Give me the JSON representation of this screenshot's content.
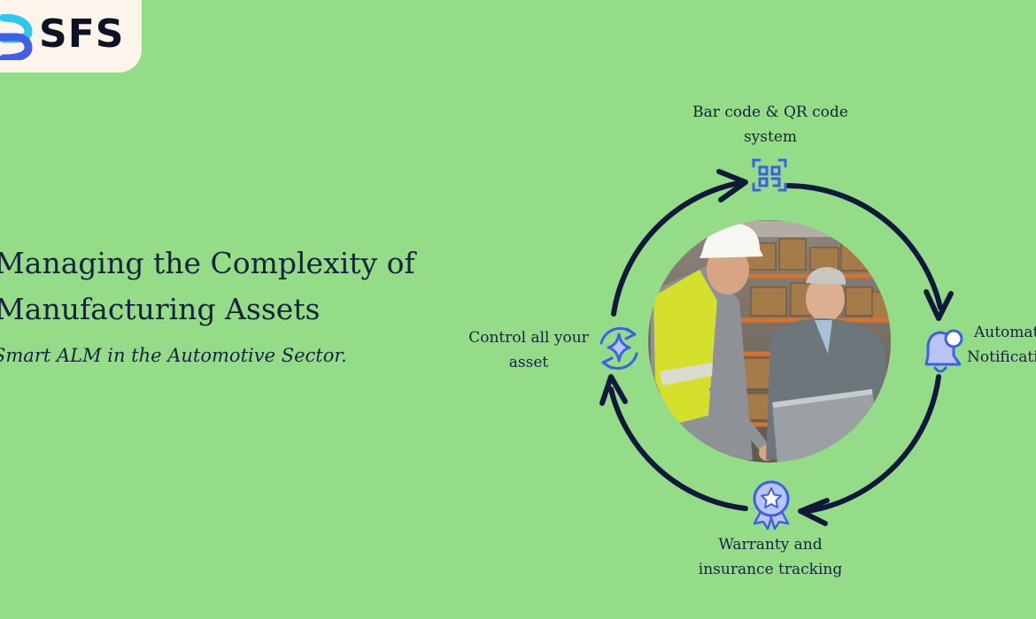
{
  "brand": {
    "name": "SFS",
    "accent": "#3f60e6",
    "accent_light": "#2ec7f0"
  },
  "background": "#94dc88",
  "headline": {
    "title_line1": "Managing the Complexity of",
    "title_line2": "Manufacturing Assets",
    "subtitle": "Smart ALM in the Automotive Sector."
  },
  "cycle": {
    "top": {
      "line1": "Bar code & QR code",
      "line2": "system",
      "icon": "qr-scan-icon"
    },
    "right": {
      "line1": "Automat",
      "line2": "Notificati",
      "icon": "notification-bell-icon"
    },
    "bottom": {
      "line1": "Warranty and",
      "line2": "insurance tracking",
      "icon": "award-ribbon-icon"
    },
    "left": {
      "line1": "Control all your",
      "line2": "asset",
      "icon": "sync-sparkle-icon"
    }
  },
  "photo": {
    "subject": "warehouse-workers-with-laptop"
  }
}
